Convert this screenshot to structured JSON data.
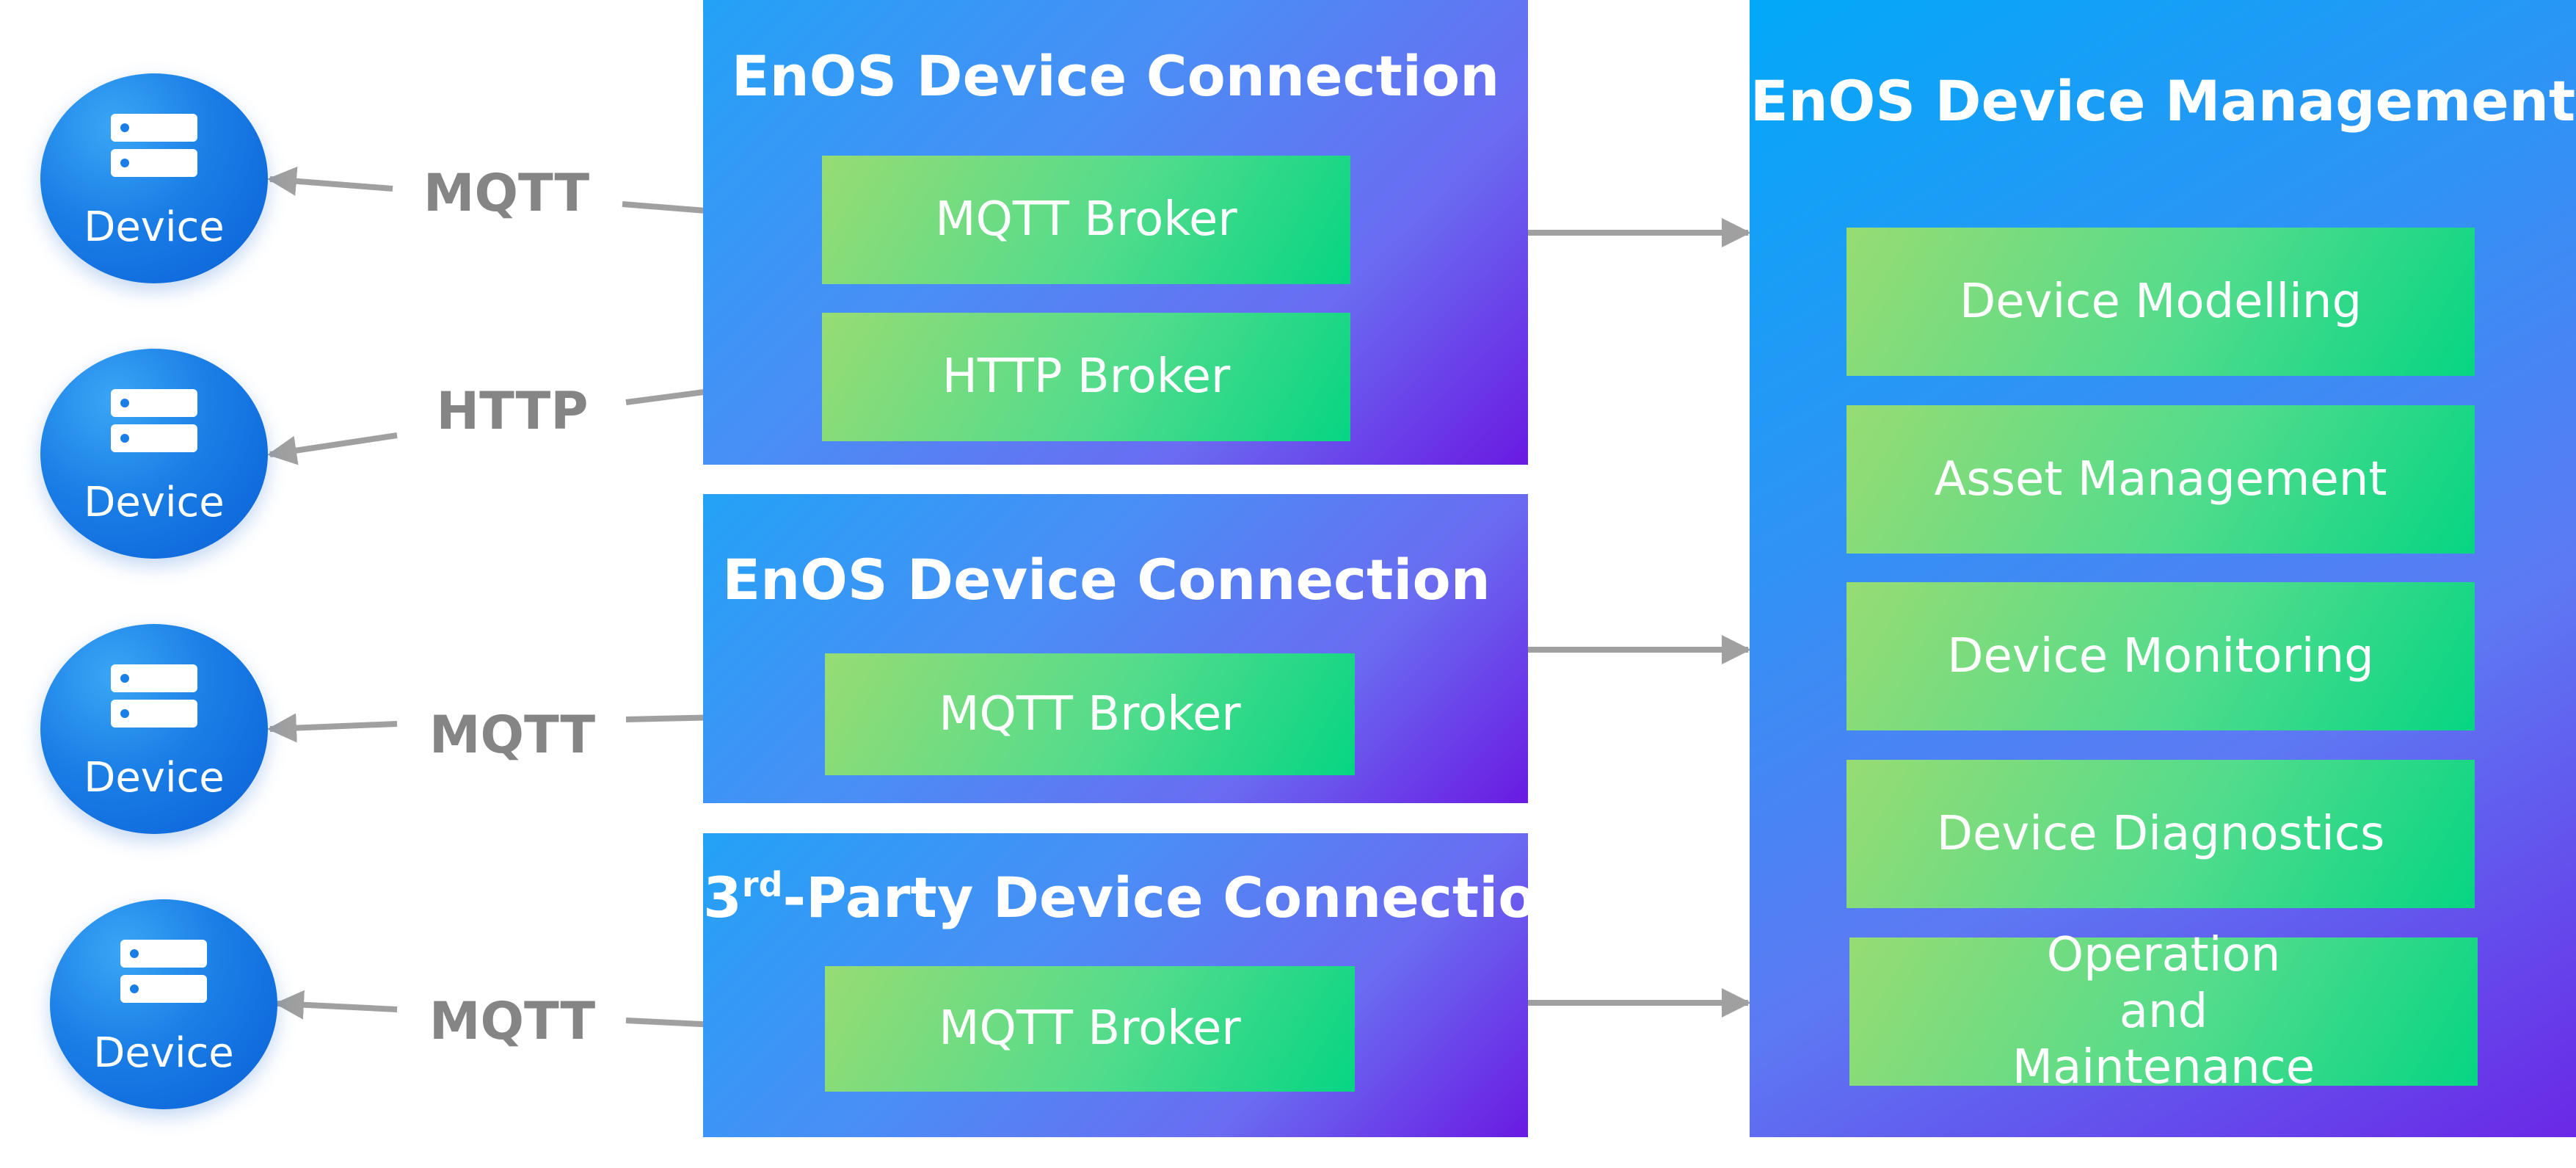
{
  "devices": [
    {
      "label": "Device",
      "icon": "server-icon"
    },
    {
      "label": "Device",
      "icon": "server-icon"
    },
    {
      "label": "Device",
      "icon": "server-icon"
    },
    {
      "label": "Device",
      "icon": "server-icon"
    }
  ],
  "protocols": [
    "MQTT",
    "HTTP",
    "MQTT",
    "MQTT"
  ],
  "connections": [
    {
      "title": "EnOS Device Connection",
      "brokers": [
        "MQTT Broker",
        "HTTP Broker"
      ]
    },
    {
      "title": "EnOS Device Connection",
      "brokers": [
        "MQTT Broker"
      ]
    },
    {
      "title_main": "3",
      "title_sup": "rd",
      "title_rest": "-Party Device Connection",
      "brokers": [
        "MQTT Broker"
      ]
    }
  ],
  "management": {
    "title": "EnOS Device Management",
    "modules": [
      "Device Modelling",
      "Asset Management",
      "Device Monitoring",
      "Device Diagnostics",
      "Operation and Maintenance"
    ]
  },
  "colors": {
    "device": "#1a7ee6",
    "panel_start": "#23a2f6",
    "panel_end": "#6a1ae2",
    "box_start": "#97dc73",
    "box_end": "#06d583",
    "arrow": "#a0a0a0",
    "protocol_text": "#858585"
  }
}
